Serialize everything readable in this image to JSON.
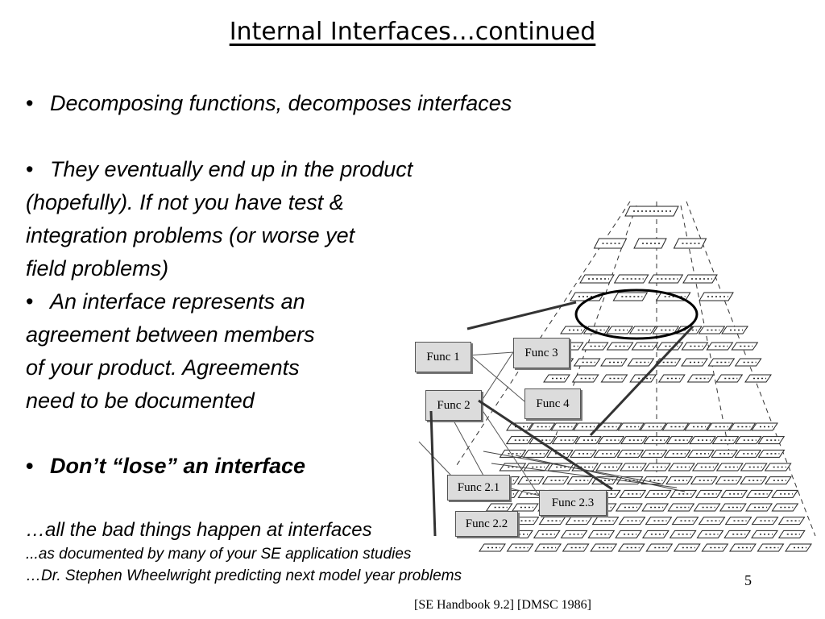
{
  "slide": {
    "title": "Internal Interfaces…continued",
    "bullets": [
      {
        "marker": "•",
        "lines": [
          "Decomposing functions, decomposes interfaces"
        ]
      },
      {
        "marker": "•",
        "lines": [
          "They eventually end up in the product",
          "(hopefully).  If not you have test &",
          "integration problems (or worse yet",
          "field problems)"
        ]
      },
      {
        "marker": "•",
        "lines": [
          "An interface represents an",
          "agreement between members",
          "of your product.  Agreements",
          "need to be documented"
        ]
      },
      {
        "marker": "•",
        "lines": [
          "Don’t “lose” an interface"
        ]
      }
    ],
    "footer_lines": [
      "…all the bad things happen at interfaces",
      "...as documented by many of your SE application studies",
      "…Dr. Stephen Wheelwright predicting next model year problems"
    ],
    "page_number": "5",
    "citation": "[SE Handbook 9.2]   [DMSC  1986]"
  },
  "diagram": {
    "boxes": [
      "Func 1",
      "Func 3",
      "Func 2",
      "Func 4",
      "Func 2.1",
      "Func 2.3",
      "Func 2.2"
    ]
  }
}
